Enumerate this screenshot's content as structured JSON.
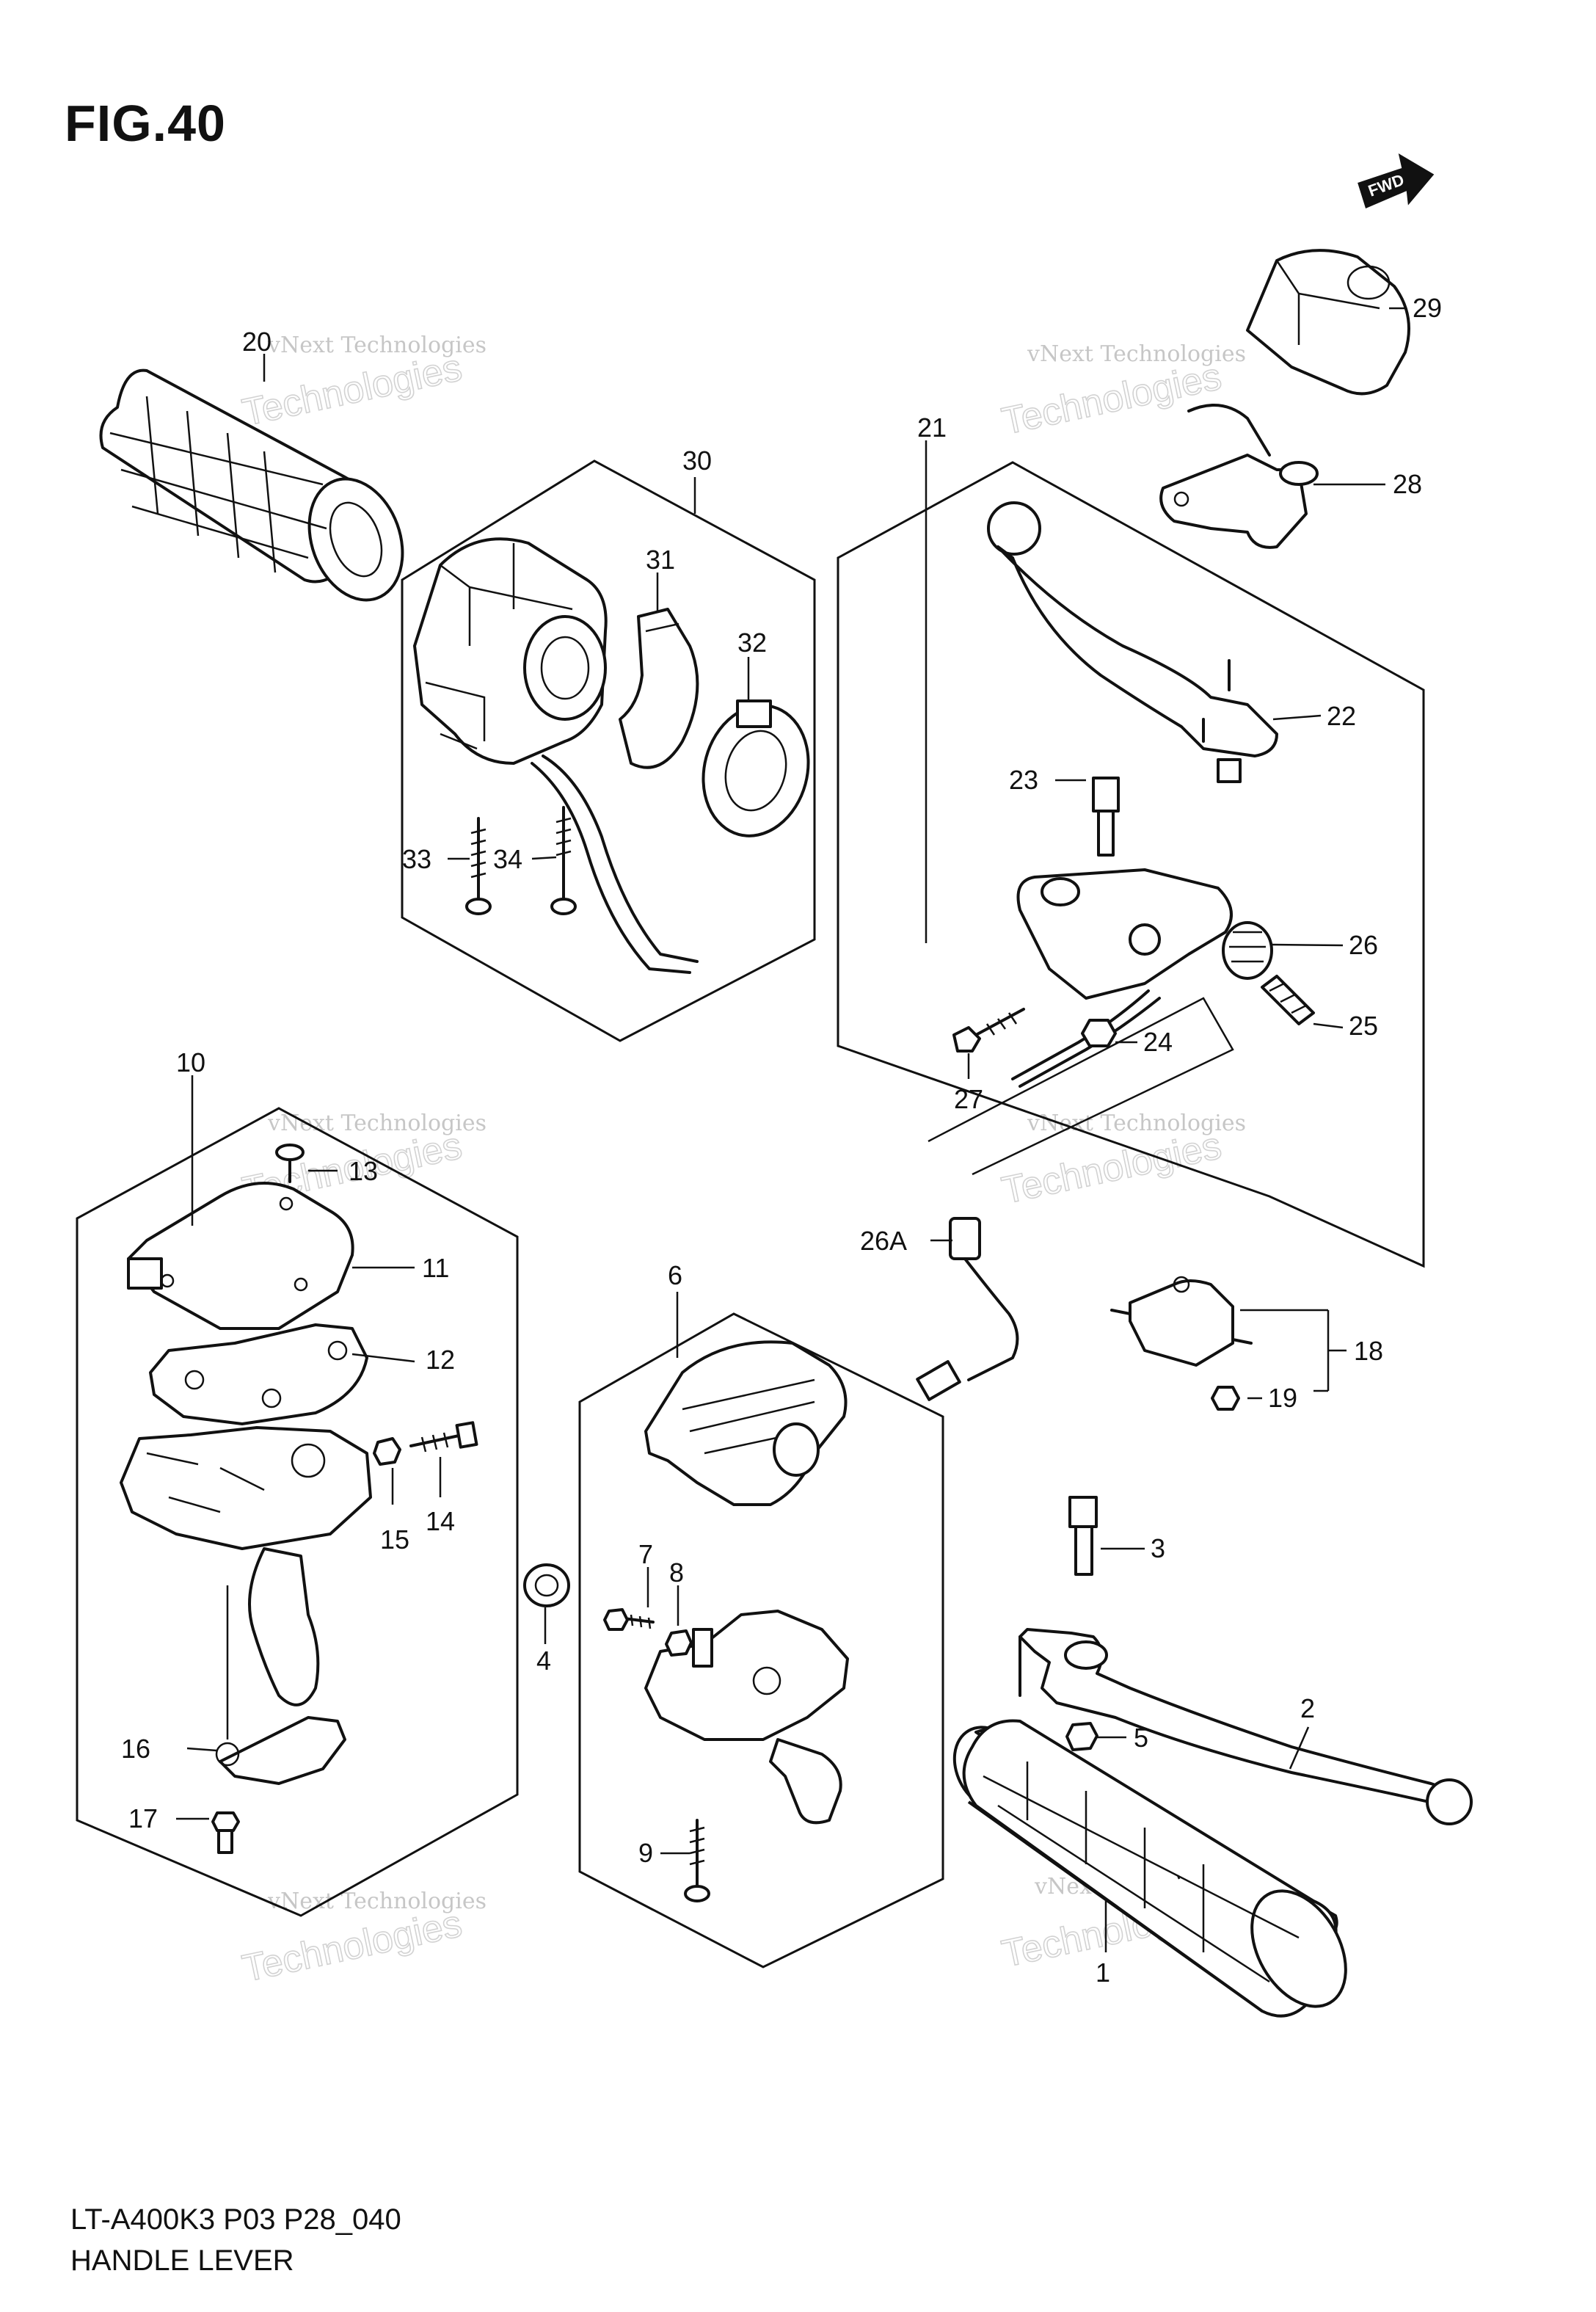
{
  "figure": {
    "title": "FIG.40",
    "fwd_label": "FWD",
    "model_code": "LT-A400K3 P03 P28_040",
    "section_title": "HANDLE LEVER"
  },
  "watermark": {
    "line1": "vNext Technologies",
    "line2": "Technologies"
  },
  "callouts": [
    {
      "id": "c1",
      "label": "1"
    },
    {
      "id": "c2",
      "label": "2"
    },
    {
      "id": "c3",
      "label": "3"
    },
    {
      "id": "c4",
      "label": "4"
    },
    {
      "id": "c5",
      "label": "5"
    },
    {
      "id": "c6",
      "label": "6"
    },
    {
      "id": "c7",
      "label": "7"
    },
    {
      "id": "c8",
      "label": "8"
    },
    {
      "id": "c9",
      "label": "9"
    },
    {
      "id": "c10",
      "label": "10"
    },
    {
      "id": "c11",
      "label": "11"
    },
    {
      "id": "c12",
      "label": "12"
    },
    {
      "id": "c13",
      "label": "13"
    },
    {
      "id": "c14",
      "label": "14"
    },
    {
      "id": "c15",
      "label": "15"
    },
    {
      "id": "c16",
      "label": "16"
    },
    {
      "id": "c17",
      "label": "17"
    },
    {
      "id": "c18",
      "label": "18"
    },
    {
      "id": "c19",
      "label": "19"
    },
    {
      "id": "c20",
      "label": "20"
    },
    {
      "id": "c21",
      "label": "21"
    },
    {
      "id": "c22",
      "label": "22"
    },
    {
      "id": "c23",
      "label": "23"
    },
    {
      "id": "c24",
      "label": "24"
    },
    {
      "id": "c25",
      "label": "25"
    },
    {
      "id": "c26",
      "label": "26"
    },
    {
      "id": "c26a",
      "label": "26A"
    },
    {
      "id": "c27",
      "label": "27"
    },
    {
      "id": "c28",
      "label": "28"
    },
    {
      "id": "c29",
      "label": "29"
    },
    {
      "id": "c30",
      "label": "30"
    },
    {
      "id": "c31",
      "label": "31"
    },
    {
      "id": "c32",
      "label": "32"
    },
    {
      "id": "c33",
      "label": "33"
    },
    {
      "id": "c34",
      "label": "34"
    }
  ]
}
